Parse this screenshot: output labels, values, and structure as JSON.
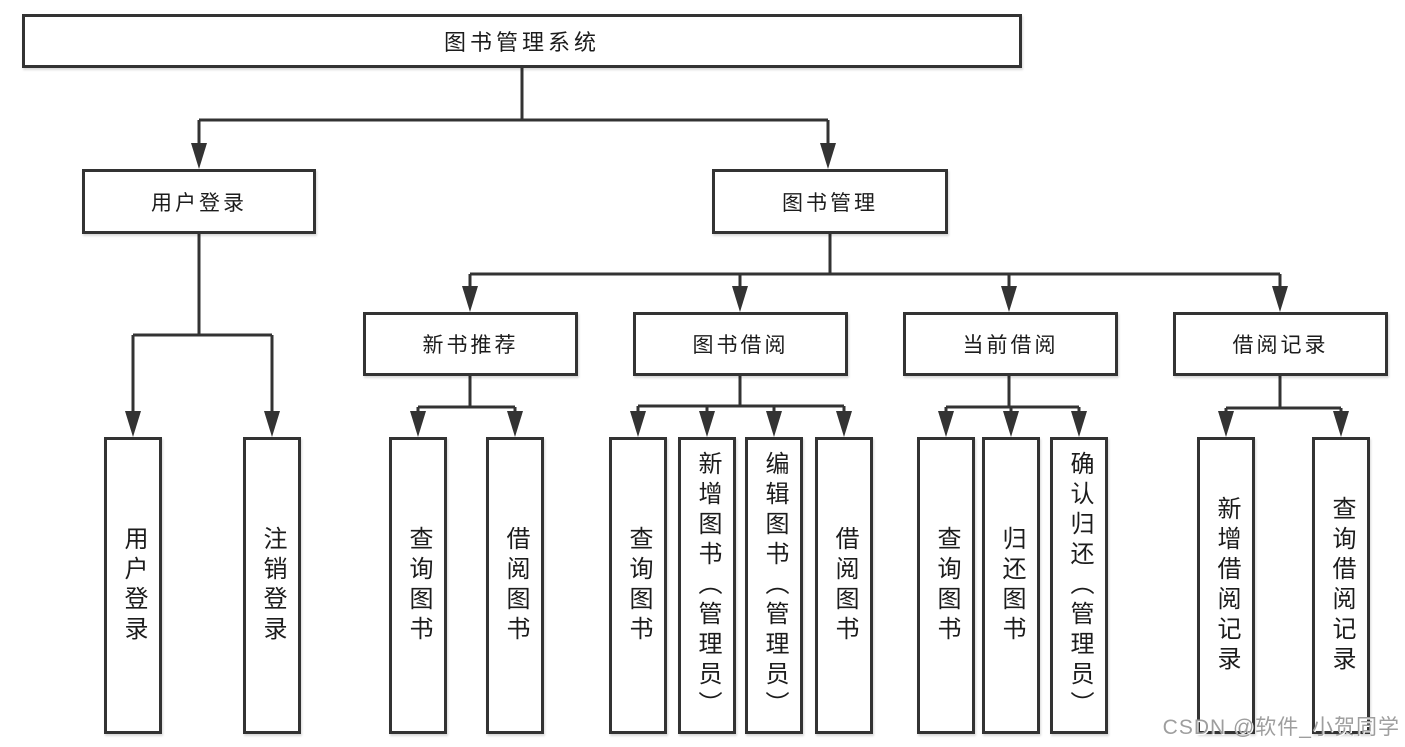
{
  "diagram": {
    "root": {
      "label": "图书管理系统",
      "children": [
        {
          "label": "用户登录",
          "children": [
            {
              "label": "用户登录"
            },
            {
              "label": "注销登录"
            }
          ]
        },
        {
          "label": "图书管理",
          "children": [
            {
              "label": "新书推荐",
              "children": [
                {
                  "label": "查询图书"
                },
                {
                  "label": "借阅图书"
                }
              ]
            },
            {
              "label": "图书借阅",
              "children": [
                {
                  "label": "查询图书"
                },
                {
                  "label": "新增图书（管理员）"
                },
                {
                  "label": "编辑图书（管理员）"
                },
                {
                  "label": "借阅图书"
                }
              ]
            },
            {
              "label": "当前借阅",
              "children": [
                {
                  "label": "查询图书"
                },
                {
                  "label": "归还图书"
                },
                {
                  "label": "确认归还（管理员）"
                }
              ]
            },
            {
              "label": "借阅记录",
              "children": [
                {
                  "label": "新增借阅记录"
                },
                {
                  "label": "查询借阅记录"
                }
              ]
            }
          ]
        }
      ]
    },
    "colors": {
      "line": "#333333",
      "text": "#1c1c1c",
      "background": "#ffffff",
      "watermark_color": "#9e9e9e"
    }
  },
  "watermark": {
    "text": "CSDN @软件_小贺同学"
  }
}
